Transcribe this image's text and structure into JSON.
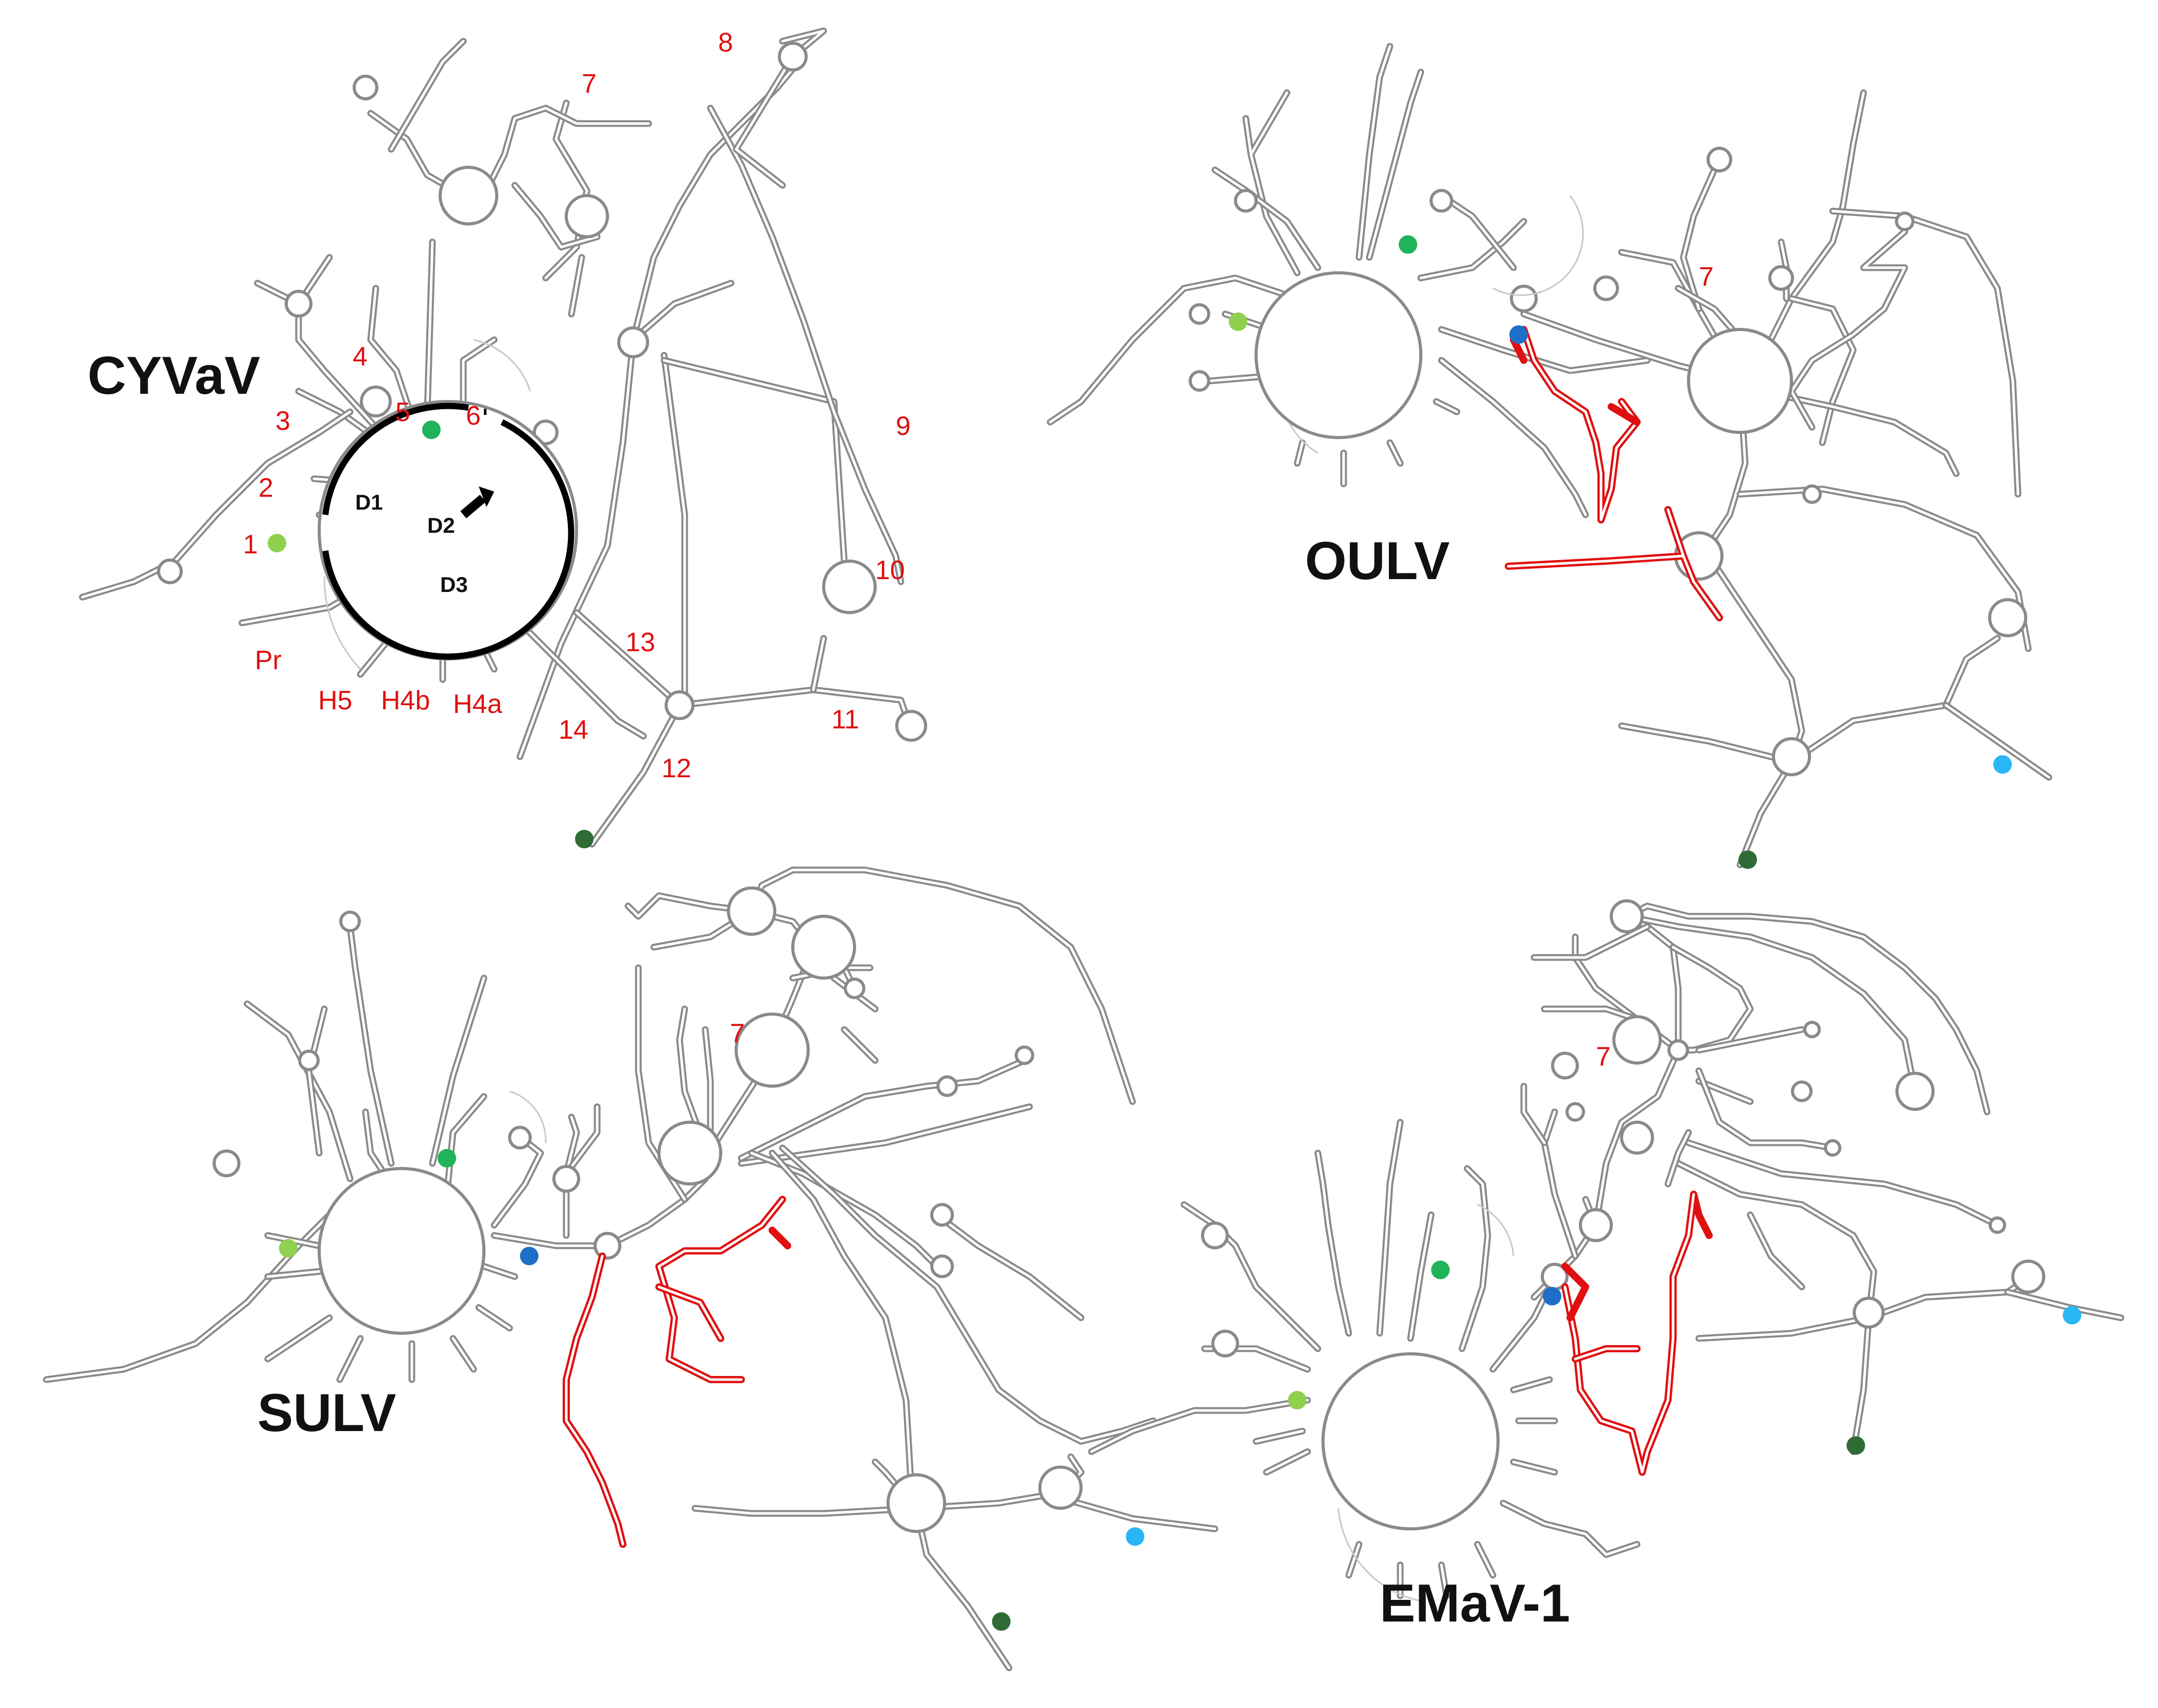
{
  "panels": {
    "cyvav": {
      "title": "CYVaV",
      "hairpins": [
        "1",
        "2",
        "3",
        "4",
        "5",
        "6",
        "7",
        "8",
        "9",
        "10",
        "11",
        "12",
        "13",
        "14",
        "Pr",
        "H5",
        "H4b",
        "H4a"
      ],
      "domains": [
        "D1",
        "D2",
        "D3"
      ]
    },
    "oulv": {
      "title": "OULV",
      "hairpin": "7"
    },
    "sulv": {
      "title": "SULV",
      "hairpin": "7"
    },
    "emav": {
      "title": "EMaV-1",
      "hairpin": "7"
    }
  },
  "colors": {
    "structure": "#8a8a8a",
    "highlight": "#e01010",
    "marker_light_green": "#8fd14f",
    "marker_green": "#1fb35a",
    "marker_dark_green": "#2f6b35",
    "marker_blue": "#1f6fc8",
    "marker_light_blue": "#29b6f6",
    "circle_outline": "#000000"
  }
}
